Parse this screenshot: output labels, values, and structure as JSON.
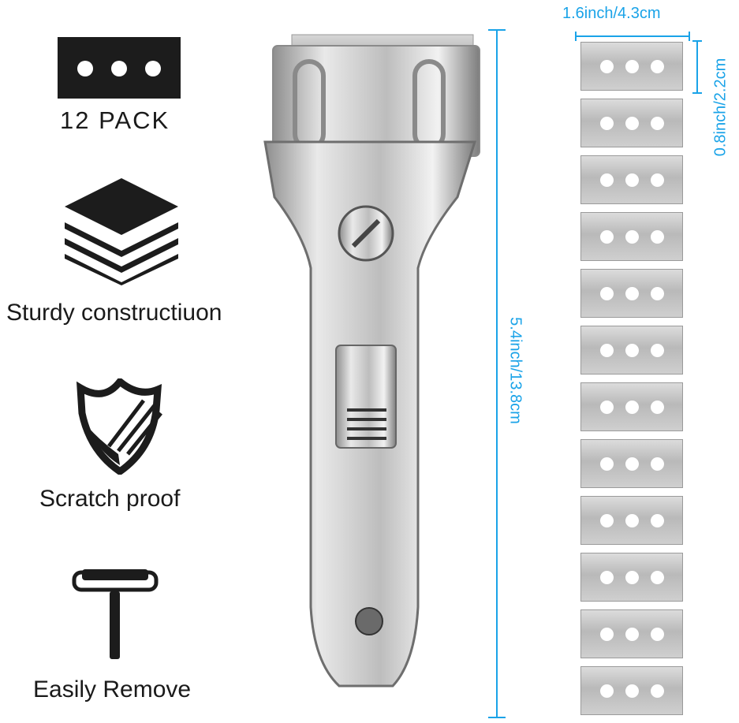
{
  "features": {
    "pack_label": "12 PACK",
    "sturdy_label": "Sturdy constructiuon",
    "scratch_label": "Scratch proof",
    "remove_label": "Easily Remove"
  },
  "icons": {
    "pack": "blade-pack-icon",
    "sturdy": "stacked-layers-icon",
    "scratch": "scratch-shield-icon",
    "remove": "scraper-tool-icon"
  },
  "dimensions": {
    "blade_width": "1.6inch/4.3cm",
    "blade_height": "0.8inch/2.2cm",
    "scraper_length": "5.4inch/13.8cm"
  },
  "blades": {
    "count": 12
  },
  "colors": {
    "dimension_line": "#1aa3e8",
    "icon": "#1c1c1c",
    "steel": "#c4c4c4"
  }
}
